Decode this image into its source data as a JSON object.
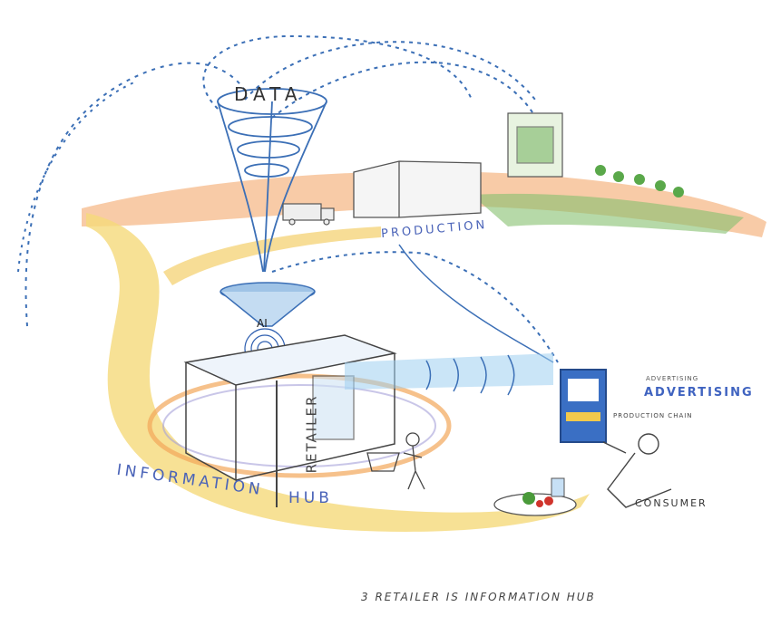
{
  "labels": {
    "data": "DATA",
    "production": "PRODUCTION",
    "ai": "AI",
    "retailer": "RETAILER",
    "information": "INFORMATION",
    "hub": "HUB",
    "advertising": "ADVERTISING",
    "advertising_small": "ADVERTISING",
    "production_chain": "PRODUCTION CHAIN",
    "consumer": "CONSUMER"
  },
  "caption": "3   RETAILER IS INFORMATION HUB",
  "colors": {
    "data_stream": "#3b6fb6",
    "road_yellow": "#f2c94c",
    "road_orange": "#f0a060",
    "field_green": "#5aa84a",
    "sketch_line": "#444444",
    "label_blue": "#4a63b8"
  }
}
